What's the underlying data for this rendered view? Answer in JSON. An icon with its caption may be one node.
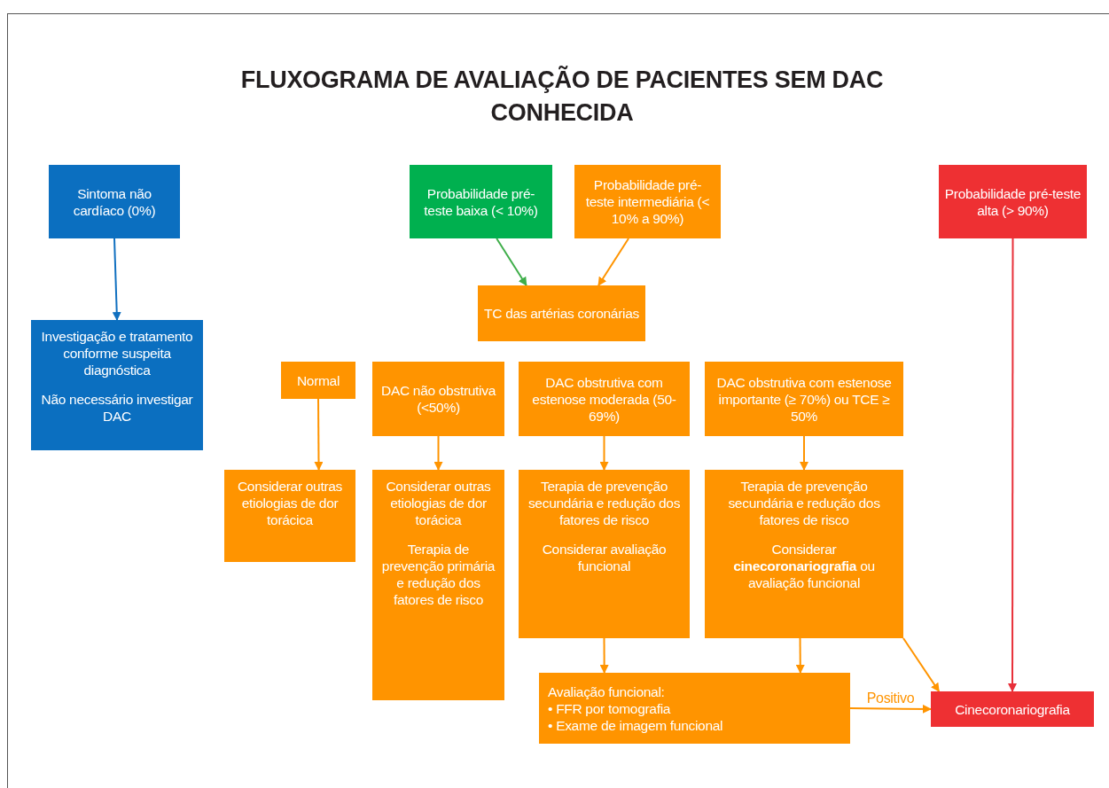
{
  "diagram": {
    "title": "FLUXOGRAMA DE AVALIAÇÃO DE PACIENTES SEM DAC CONHECIDA",
    "nodes": [
      {
        "text": [
          "Sintoma não cardíaco (0%)"
        ]
      },
      {
        "text": [
          "Investigação e tratamento conforme suspeita diagnóstica",
          "Não necessário investigar DAC"
        ]
      },
      {
        "text": [
          "Probabilidade pré-teste baixa (< 10%)"
        ]
      },
      {
        "text": [
          "Probabilidade pré-teste intermediária (< 10% a 90%)"
        ]
      },
      {
        "text": [
          "Probabilidade pré-teste alta (> 90%)"
        ]
      },
      {
        "text": [
          "TC das artérias coronárias"
        ]
      },
      {
        "text": [
          "Normal"
        ]
      },
      {
        "text": [
          "DAC não obstrutiva (<50%)"
        ]
      },
      {
        "text": [
          "DAC obstrutiva com estenose moderada (50-69%)"
        ]
      },
      {
        "text": [
          "DAC obstrutiva com estenose importante (≥ 70%) ou TCE ≥ 50%"
        ]
      },
      {
        "text": [
          "Considerar outras etiologias de dor torácica"
        ]
      },
      {
        "text": [
          "Considerar outras etiologias de dor torácica",
          "Terapia de prevenção primária e redução dos fatores de risco"
        ]
      },
      {
        "text": [
          "Terapia de prevenção secundária e redução dos fatores de risco",
          "Considerar avaliação funcional"
        ]
      },
      {
        "text": [
          "Terapia de prevenção secundária e redução dos fatores de risco",
          "Considerar **cinecoronariografia** ou avaliação funcional"
        ]
      },
      {
        "text": [
          "Avaliação funcional:",
          "• FFR por tomografia",
          "• Exame de imagem funcional"
        ]
      },
      {
        "text": [
          "Cinecoronariografia"
        ]
      }
    ],
    "edges": [
      {
        "from": 0,
        "to": 1,
        "arrow": "to",
        "color": "#1170c0"
      },
      {
        "from": 2,
        "to": 5,
        "arrow": "to",
        "color": "#3fae4a"
      },
      {
        "from": 3,
        "to": 5,
        "arrow": "to"
      },
      {
        "from": 4,
        "to": 15,
        "arrow": "to",
        "color": "#e8303a"
      },
      {
        "from": 6,
        "to": 10,
        "arrow": "to"
      },
      {
        "from": 7,
        "to": 11,
        "arrow": "to"
      },
      {
        "from": 8,
        "to": 12,
        "arrow": "to"
      },
      {
        "from": 9,
        "to": 13,
        "arrow": "to"
      },
      {
        "from": 12,
        "to": 14,
        "arrow": "to"
      },
      {
        "from": 13,
        "to": 14,
        "arrow": "to"
      },
      {
        "from": 13,
        "to": 15,
        "arrow": "to"
      },
      {
        "from": 14,
        "to": 15,
        "arrow": "to",
        "label": "Positivo"
      }
    ]
  }
}
